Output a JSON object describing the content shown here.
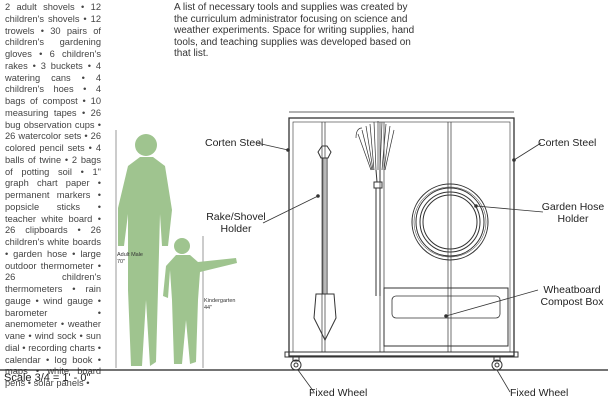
{
  "intro_text": "A list of necessary tools and supplies was created by the curriculum administrator focusing on science and weather experiments.  Space for writing supplies, hand tools, and teaching supplies was developed based on that list.",
  "tools_text": "2 adult shovels • 12 children's shovels • 12 trowels • 30 pairs of children's gardening gloves • 6 children's rakes • 3 buckets • 4 watering cans • 4 children's hoes • 4 bags of compost • 10 measuring tapes • 26 bug observation cups • 26 watercolor sets • 26 colored pencil sets • 4 balls of twine • 2 bags of potting soil • 1\" graph chart paper • permanent markers • popsicle sticks • teacher white board • 26 clipboards • 26 children's white boards • garden hose • large outdoor thermometer • 26 children's thermometers • rain gauge • wind gauge • barometer • anemometer • weather vane • wind sock • sun dial • recording charts • calendar • log book • maps • white board pens • solar panels •",
  "labels": {
    "corten_left": "Corten Steel",
    "corten_right": "Corten Steel",
    "rake_holder_line1": "Rake/Shovel",
    "rake_holder_line2": "Holder",
    "hose_holder_line1": "Garden Hose",
    "hose_holder_line2": "Holder",
    "compost_line1": "Wheatboard",
    "compost_line2": "Compost Box",
    "wheel_left": "Fixed Wheel",
    "wheel_right": "Fixed Wheel"
  },
  "figures": {
    "adult_line1": "Adult Male",
    "adult_line2": "70\"",
    "child_line1": "Kindergarten",
    "child_line2": "44\""
  },
  "scale_text": "Scale 3/4 = 1' - 0\"",
  "colors": {
    "figure_green": "#9fc48f",
    "line": "#333333"
  }
}
